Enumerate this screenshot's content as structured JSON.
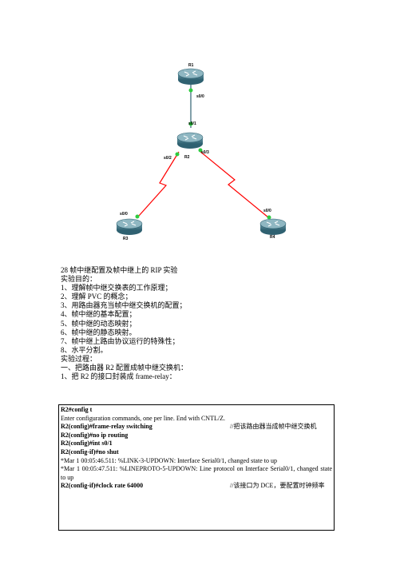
{
  "topology": {
    "routers": [
      {
        "id": "r1",
        "label": "R1"
      },
      {
        "id": "r2",
        "label": "R2"
      },
      {
        "id": "r3",
        "label": "R3"
      },
      {
        "id": "r4",
        "label": "R4"
      }
    ],
    "ports": {
      "r1_s00": "s0/0",
      "r2_s01": "s0/1",
      "r2_s02": "s0/2",
      "r2_s03": "s0/3",
      "r3_s00": "s0/0",
      "r4_s00": "s0/0"
    },
    "colors": {
      "serial_link": "#ff0000",
      "link_dot": "#2ecc40",
      "router_body": "#3f7f8f"
    }
  },
  "doc": {
    "title": "28 帧中继配置及帧中继上的 RIP 实验",
    "objective_heading": "实验目的：",
    "objectives": [
      "1、理解帧中继交换表的工作原理；",
      "2、理解 PVC 的概念；",
      "3、用路由器充当帧中继交换机的配置；",
      "4、帧中继的基本配置；",
      "5、帧中继的动态映射；",
      "6、帧中继的静态映射。",
      "7、帧中继上路由协议运行的特殊性；",
      "8、水平分割。"
    ],
    "process_heading": "实验过程：",
    "step1": "一、把路由器 R2 配置成帧中继交换机：",
    "step1_1": "1、把 R2 的接口封装成 frame-relay："
  },
  "commands": [
    {
      "text": "R2#config t",
      "bold": true,
      "comment": ""
    },
    {
      "text": "Enter configuration commands, one per line.    End with CNTL/Z.",
      "bold": false,
      "comment": ""
    },
    {
      "text": "R2(config)#frame-relay switching",
      "bold": true,
      "comment": "//把该路由器当成帧中继交换机"
    },
    {
      "text": "R2(config)#no ip routing",
      "bold": true,
      "comment": ""
    },
    {
      "text": "R2(config)#int s0/1",
      "bold": true,
      "comment": ""
    },
    {
      "text": "R2(config-if)#no shut",
      "bold": true,
      "comment": ""
    },
    {
      "text": "*Mar    1 00:05:46.511: %LINK-3-UPDOWN: Interface Serial0/1, changed state to up",
      "bold": false,
      "comment": ""
    },
    {
      "text": "*Mar    1 00:05:47.511: %LINEPROTO-5-UPDOWN: Line protocol on Interface Serial0/1, changed state to up",
      "bold": false,
      "comment": "",
      "wrap": true
    },
    {
      "text": "R2(config-if)#clock rate 64000",
      "bold": true,
      "comment": "//该接口为 DCE，要配置时钟频率"
    }
  ]
}
